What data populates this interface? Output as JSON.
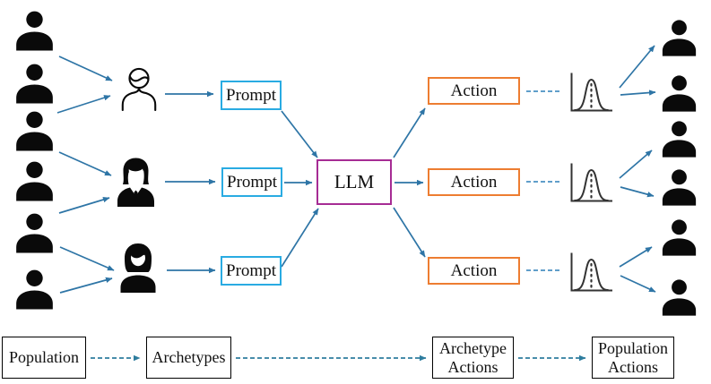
{
  "colors": {
    "prompt_border": "#29ABE2",
    "llm_border": "#A62C94",
    "action_border": "#ED7D31",
    "stage_border": "#000000",
    "arrow": "#2E75A6",
    "dash_light": "#4A90C2",
    "dash_dark": "#2E7D9E",
    "icon": "#0A0A0A",
    "bell_stroke": "#333333"
  },
  "nodes": {
    "prompts": [
      {
        "label": "Prompt"
      },
      {
        "label": "Prompt"
      },
      {
        "label": "Prompt"
      }
    ],
    "llm": {
      "label": "LLM"
    },
    "actions": [
      {
        "label": "Action"
      },
      {
        "label": "Action"
      },
      {
        "label": "Action"
      }
    ],
    "stages": [
      {
        "label": "Population"
      },
      {
        "label": "Archetypes"
      },
      {
        "label": "Archetype Actions"
      },
      {
        "label": "Population Actions"
      }
    ]
  },
  "icons": {
    "left_population": {
      "icon": "person-silhouette-icon",
      "count": 6
    },
    "archetypes": [
      {
        "icon": "person-outline-icon"
      },
      {
        "icon": "businesswoman-silhouette-icon"
      },
      {
        "icon": "woman-silhouette-icon"
      }
    ],
    "distributions": {
      "icon": "bell-curve-icon",
      "count": 3
    },
    "right_population": {
      "icon": "person-silhouette-icon",
      "count": 6
    }
  }
}
